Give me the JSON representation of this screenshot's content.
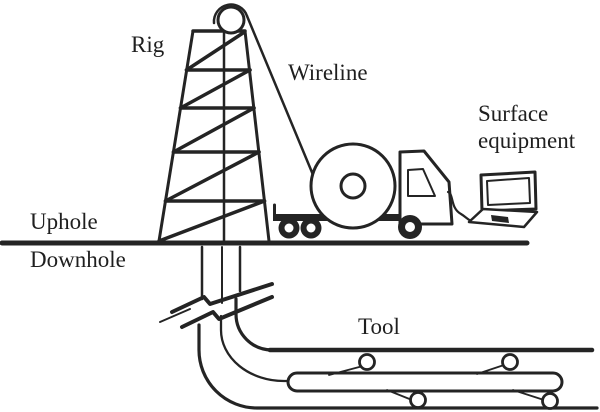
{
  "figure": {
    "type": "line-art schematic of a wireline logging operation",
    "background": "#ffffff",
    "ink_color": "#242424",
    "labels": {
      "rig": "Rig",
      "wireline": "Wireline",
      "surface_equipment_line1": "Surface",
      "surface_equipment_line2": "equipment",
      "uphole": "Uphole",
      "downhole": "Downhole",
      "tool": "Tool"
    },
    "elements": [
      "derrick-rig",
      "crown-pulley",
      "wireline-cable",
      "logging-truck",
      "cable-spool",
      "laptop-surface-equipment",
      "ground-surface-line",
      "vertical-borehole",
      "depth-break-marks",
      "curved-borehole-section",
      "horizontal-borehole",
      "logging-tool-with-rollers"
    ]
  }
}
